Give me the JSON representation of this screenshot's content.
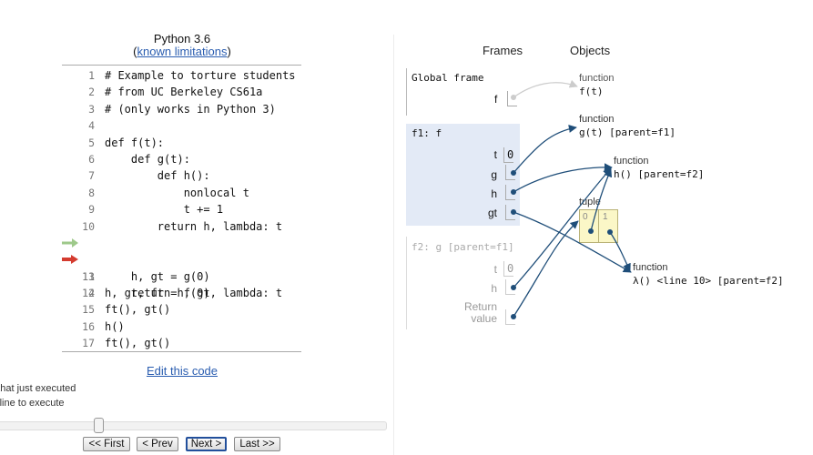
{
  "header": {
    "language": "Python 3.6",
    "limitations_link": "known limitations",
    "limitations_open": "(",
    "limitations_close": ")"
  },
  "code": {
    "lines": [
      {
        "num": "1",
        "text": "# Example to torture students"
      },
      {
        "num": "2",
        "text": "# from UC Berkeley CS61a"
      },
      {
        "num": "3",
        "text": "# (only works in Python 3)"
      },
      {
        "num": "4",
        "text": ""
      },
      {
        "num": "5",
        "text": "def f(t):"
      },
      {
        "num": "6",
        "text": "    def g(t):"
      },
      {
        "num": "7",
        "text": "        def h():"
      },
      {
        "num": "8",
        "text": "            nonlocal t"
      },
      {
        "num": "9",
        "text": "            t += 1"
      },
      {
        "num": "10",
        "text": "        return h, lambda: t"
      },
      {
        "num": "11",
        "text": "    h, gt = g(0)"
      },
      {
        "num": "12",
        "text": "    return h, gt, lambda: t"
      },
      {
        "num": "13",
        "text": ""
      },
      {
        "num": "14",
        "text": "h, gt, ft = f(0)"
      },
      {
        "num": "15",
        "text": "ft(), gt()"
      },
      {
        "num": "16",
        "text": "h()"
      },
      {
        "num": "17",
        "text": "ft(), gt()"
      }
    ],
    "just_executed_line": "11",
    "next_line": "12",
    "just_executed_color": "#9ec98a",
    "next_line_color": "#d43b2f"
  },
  "edit_link": "Edit this code",
  "legend": {
    "just_executed": "e that just executed",
    "next_to_execute": "xt line to execute"
  },
  "navigation": {
    "first": "<< First",
    "prev": "< Prev",
    "next": "Next >",
    "last": "Last >>"
  },
  "viz": {
    "frames_heading": "Frames",
    "objects_heading": "Objects",
    "global_frame": {
      "title": "Global frame",
      "vars": [
        {
          "name": "f"
        }
      ]
    },
    "f1_frame": {
      "title": "f1: f",
      "vars": [
        {
          "name": "t",
          "value": "0"
        },
        {
          "name": "g"
        },
        {
          "name": "h"
        },
        {
          "name": "gt"
        }
      ]
    },
    "f2_frame": {
      "title": "f2: g [parent=f1]",
      "vars": [
        {
          "name": "t",
          "value": "0"
        },
        {
          "name": "h"
        },
        {
          "name": "Return"
        },
        {
          "name": "value"
        }
      ]
    },
    "objects": [
      {
        "kind": "function",
        "label": "f(t)"
      },
      {
        "kind": "function",
        "label": "g(t) [parent=f1]"
      },
      {
        "kind": "function",
        "label": "h() [parent=f2]"
      },
      {
        "kind": "tuple",
        "indices": [
          "0",
          "1"
        ]
      },
      {
        "kind": "function",
        "label": "λ() <line 10> [parent=f2]"
      }
    ],
    "arrow_color": "#1f4e79",
    "stale_arrow_color": "#cccccc",
    "frame_highlight_color": "#e3eaf6",
    "tuple_color": "#fbf7c7"
  }
}
